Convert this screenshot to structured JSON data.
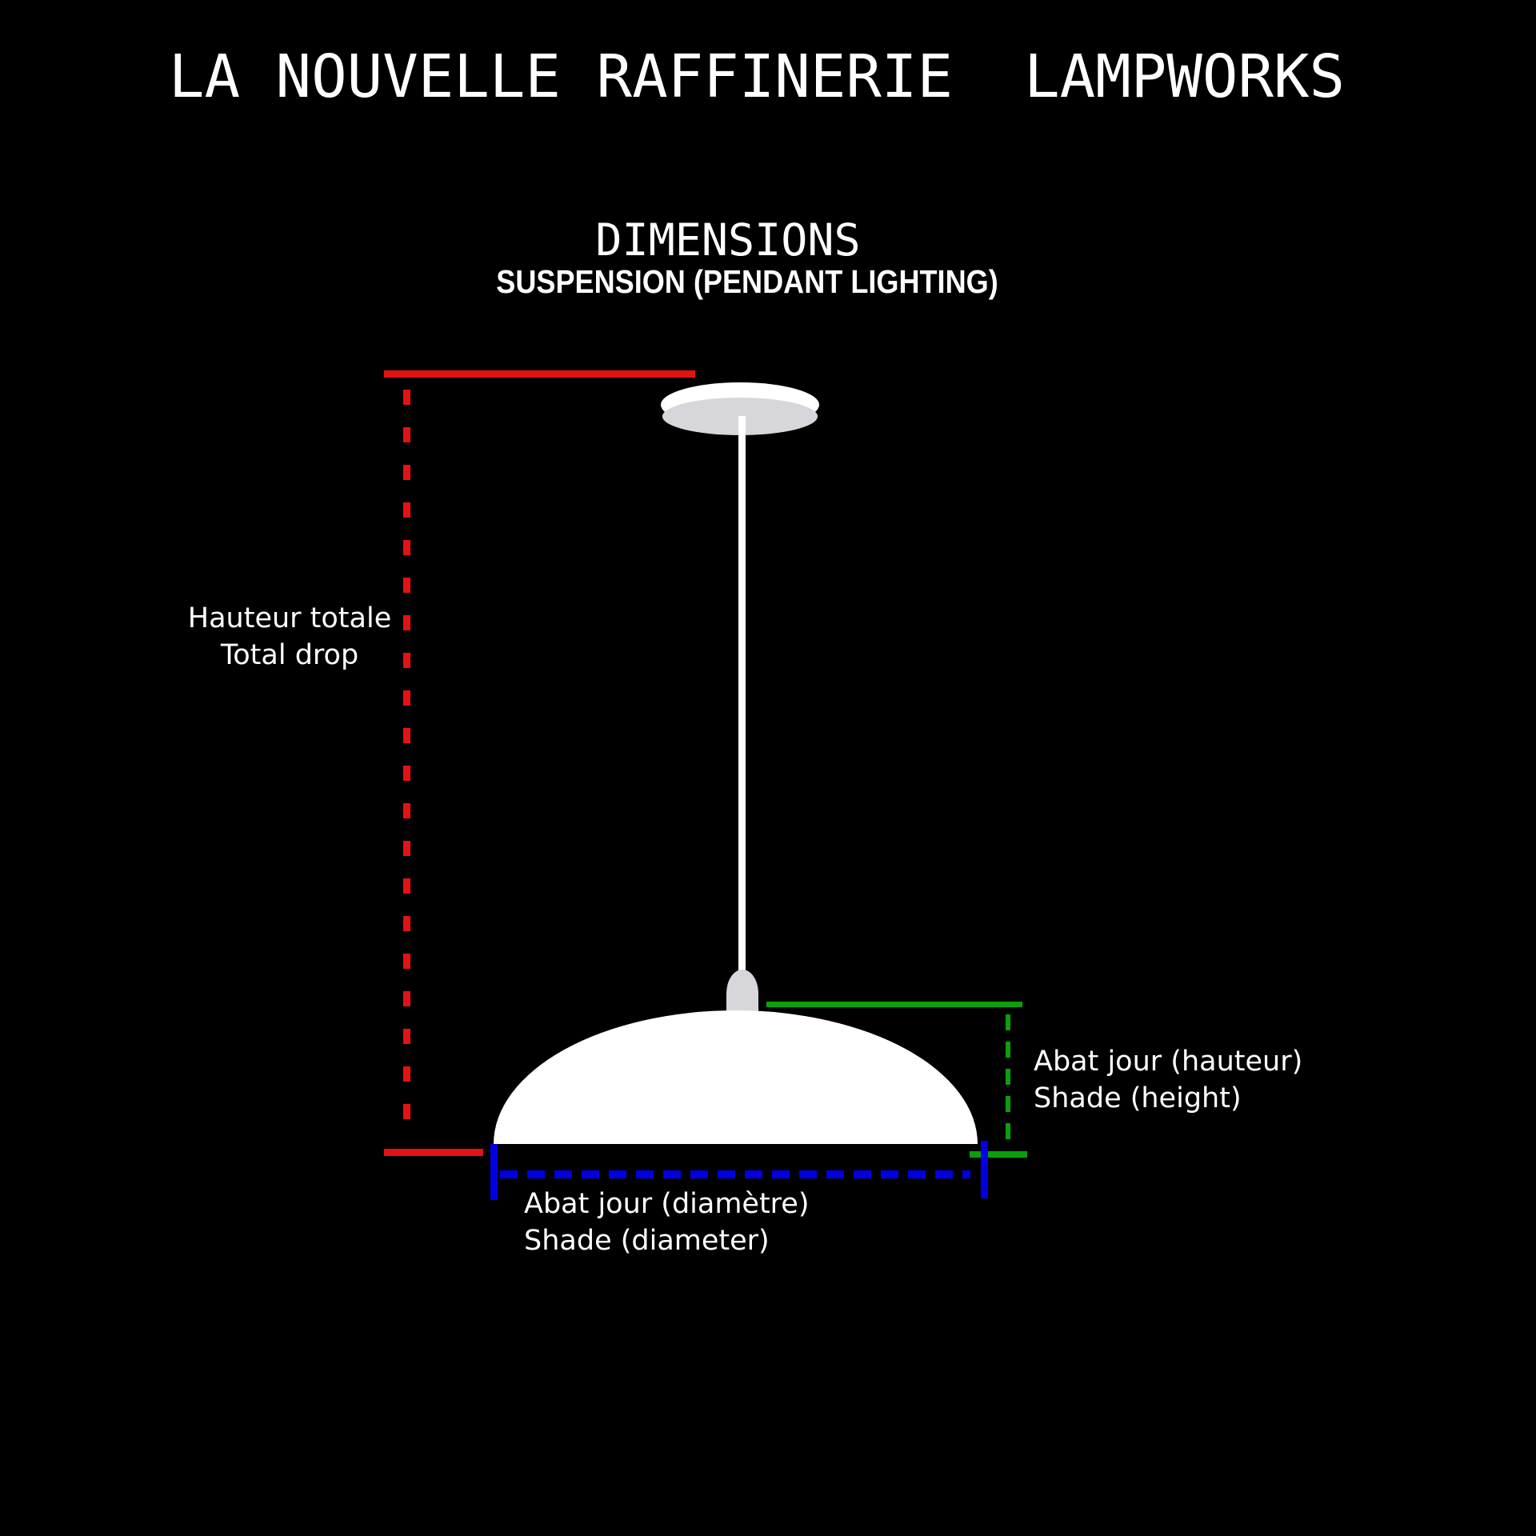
{
  "header": {
    "brand": "LA NOUVELLE RAFFINERIE  LAMPWORKS",
    "diagram_title": "DIMENSIONS",
    "diagram_subtitle": "SUSPENSION (PENDANT LIGHTING)"
  },
  "labels": {
    "total_drop": {
      "fr": "Hauteur totale",
      "en": "Total drop"
    },
    "shade_height": {
      "fr": "Abat jour (hauteur)",
      "en": "Shade (height)"
    },
    "shade_diameter": {
      "fr": "Abat jour (diamètre)",
      "en": "Shade (diameter)"
    }
  },
  "colors": {
    "background": "#000000",
    "text": "#ffffff",
    "total_drop_line": "#e41212",
    "shade_height_line": "#0aa00a",
    "shade_diameter_line": "#0000e2",
    "lamp_body": "#ffffff",
    "lamp_shadow": "#d7d7db"
  }
}
